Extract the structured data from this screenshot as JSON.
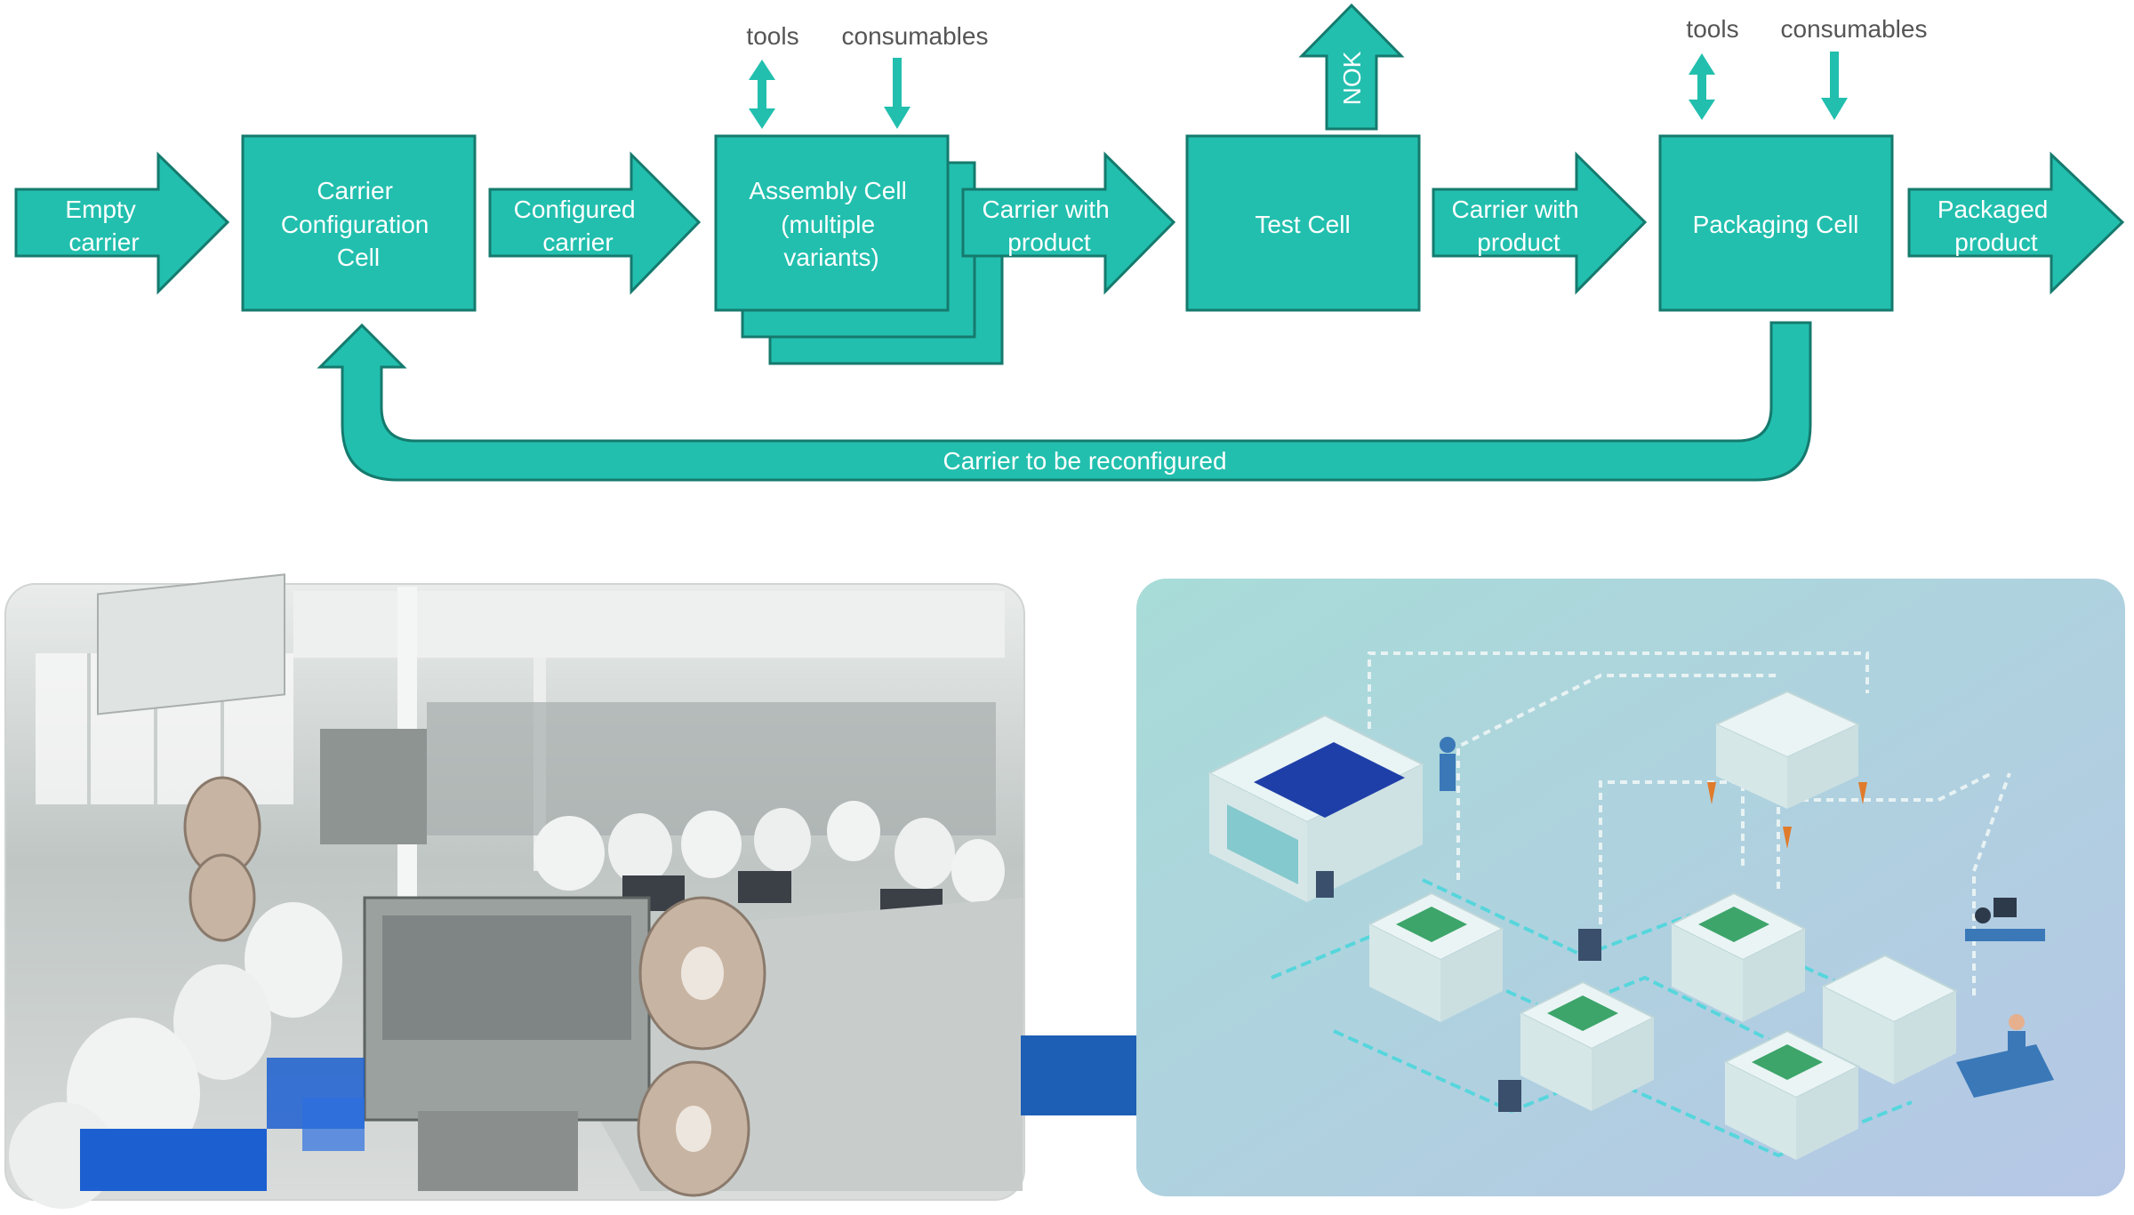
{
  "flow": {
    "empty_carrier": [
      "Empty",
      "carrier"
    ],
    "carrier_config_cell": [
      "Carrier",
      "Configuration",
      "Cell"
    ],
    "configured_carrier": [
      "Configured",
      "carrier"
    ],
    "assembly_cell": [
      "Assembly Cell",
      "(multiple",
      "variants)"
    ],
    "carrier_with_product_1": [
      "Carrier with",
      "product"
    ],
    "test_cell": "Test Cell",
    "nok": "NOK",
    "carrier_with_product_2": [
      "Carrier with",
      "product"
    ],
    "packaging_cell": "Packaging Cell",
    "packaged_product": [
      "Packaged",
      "product"
    ],
    "return_loop": "Carrier to be reconfigured",
    "tools_1": "tools",
    "consumables_1": "consumables",
    "tools_2": "tools",
    "consumables_2": "consumables"
  },
  "colors": {
    "teal": "#22bfae",
    "teal_border": "#157a6e",
    "transition_arrow": "#1d5fb4"
  }
}
